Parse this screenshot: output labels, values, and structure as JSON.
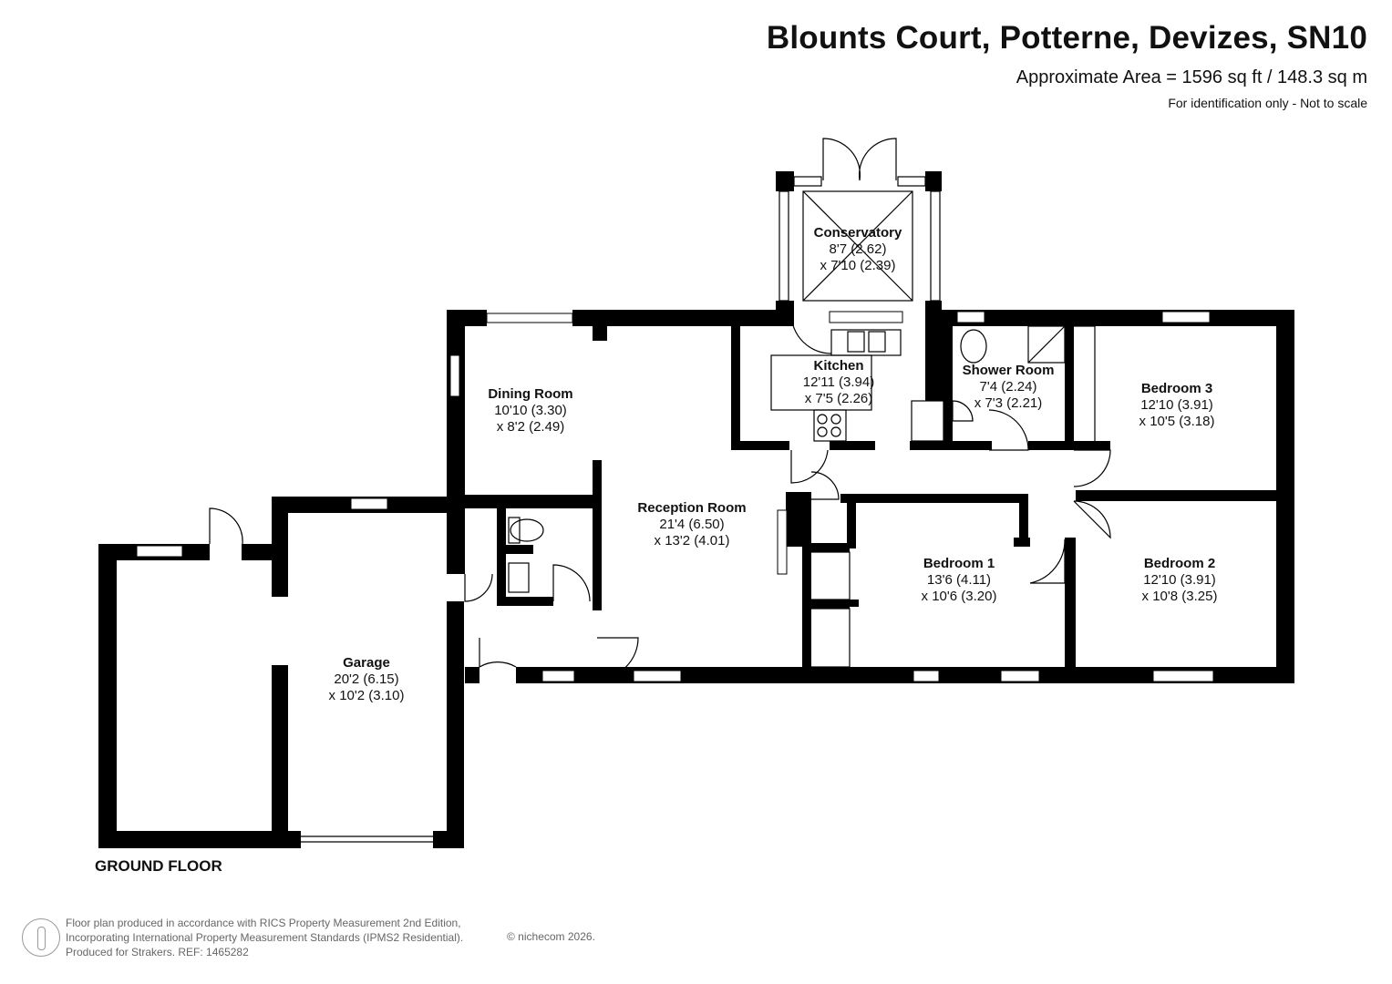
{
  "header": {
    "title": "Blounts Court, Potterne, Devizes, SN10",
    "area": "Approximate Area = 1596 sq ft / 148.3 sq m",
    "note": "For identification only - Not to scale"
  },
  "rooms": {
    "conservatory": {
      "name": "Conservatory",
      "dim1": "8'7 (2.62)",
      "dim2": "x 7'10 (2.39)"
    },
    "dining": {
      "name": "Dining Room",
      "dim1": "10'10 (3.30)",
      "dim2": "x 8'2 (2.49)"
    },
    "kitchen": {
      "name": "Kitchen",
      "dim1": "12'11 (3.94)",
      "dim2": "x 7'5 (2.26)"
    },
    "shower": {
      "name": "Shower Room",
      "dim1": "7'4 (2.24)",
      "dim2": "x 7'3 (2.21)"
    },
    "bedroom3": {
      "name": "Bedroom 3",
      "dim1": "12'10 (3.91)",
      "dim2": "x 10'5 (3.18)"
    },
    "reception": {
      "name": "Reception Room",
      "dim1": "21'4 (6.50)",
      "dim2": "x 13'2 (4.01)"
    },
    "bedroom1": {
      "name": "Bedroom 1",
      "dim1": "13'6 (4.11)",
      "dim2": "x 10'6 (3.20)"
    },
    "bedroom2": {
      "name": "Bedroom 2",
      "dim1": "12'10 (3.91)",
      "dim2": "x 10'8 (3.25)"
    },
    "garage": {
      "name": "Garage",
      "dim1": "20'2 (6.15)",
      "dim2": "x 10'2 (3.10)"
    }
  },
  "floor_label": "GROUND FLOOR",
  "footer": {
    "line1": "Floor plan produced in accordance with RICS Property Measurement 2nd Edition,",
    "line2": "Incorporating International Property Measurement Standards (IPMS2 Residential).",
    "line3": "Produced for Strakers.   REF: 1465282",
    "copyright": "© nichecom 2026."
  }
}
